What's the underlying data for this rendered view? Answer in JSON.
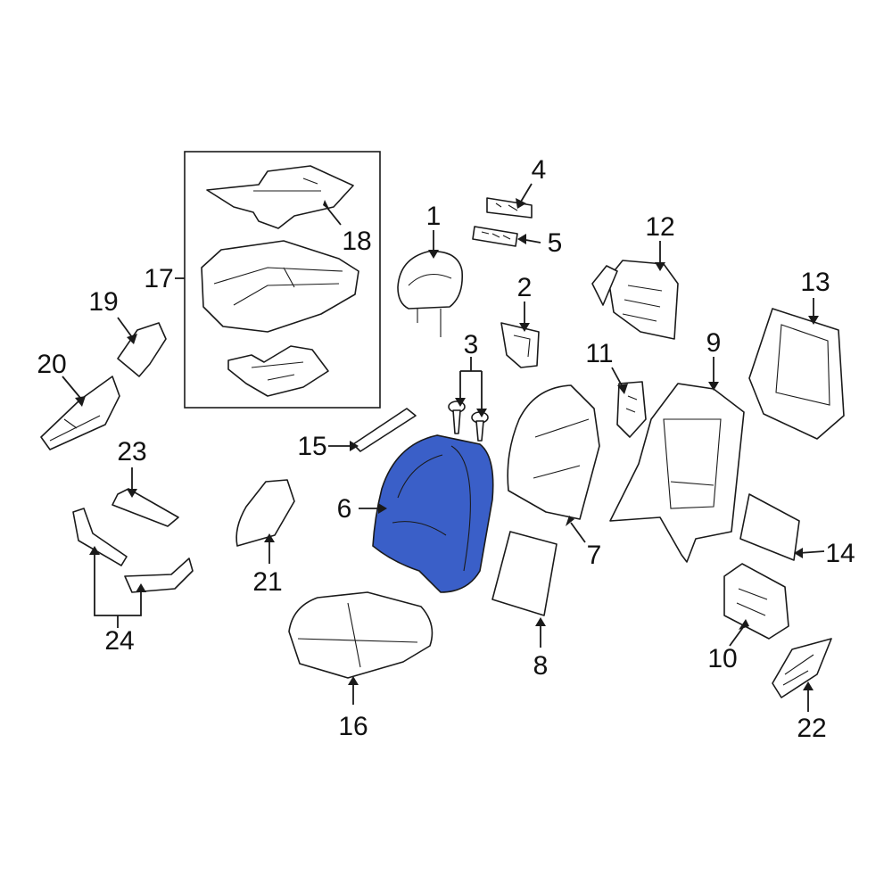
{
  "highlight_color": "#3a5fc8",
  "callouts": [
    {
      "id": "c1",
      "text": "1"
    },
    {
      "id": "c2",
      "text": "2"
    },
    {
      "id": "c3",
      "text": "3"
    },
    {
      "id": "c4",
      "text": "4"
    },
    {
      "id": "c5",
      "text": "5"
    },
    {
      "id": "c6",
      "text": "6"
    },
    {
      "id": "c7",
      "text": "7"
    },
    {
      "id": "c8",
      "text": "8"
    },
    {
      "id": "c9",
      "text": "9"
    },
    {
      "id": "c10",
      "text": "10"
    },
    {
      "id": "c11",
      "text": "11"
    },
    {
      "id": "c12",
      "text": "12"
    },
    {
      "id": "c13",
      "text": "13"
    },
    {
      "id": "c14",
      "text": "14"
    },
    {
      "id": "c15",
      "text": "15"
    },
    {
      "id": "c16",
      "text": "16"
    },
    {
      "id": "c17",
      "text": "17"
    },
    {
      "id": "c18",
      "text": "18"
    },
    {
      "id": "c19",
      "text": "19"
    },
    {
      "id": "c20",
      "text": "20"
    },
    {
      "id": "c21",
      "text": "21"
    },
    {
      "id": "c22",
      "text": "22"
    },
    {
      "id": "c23",
      "text": "23"
    },
    {
      "id": "c24",
      "text": "24"
    }
  ]
}
